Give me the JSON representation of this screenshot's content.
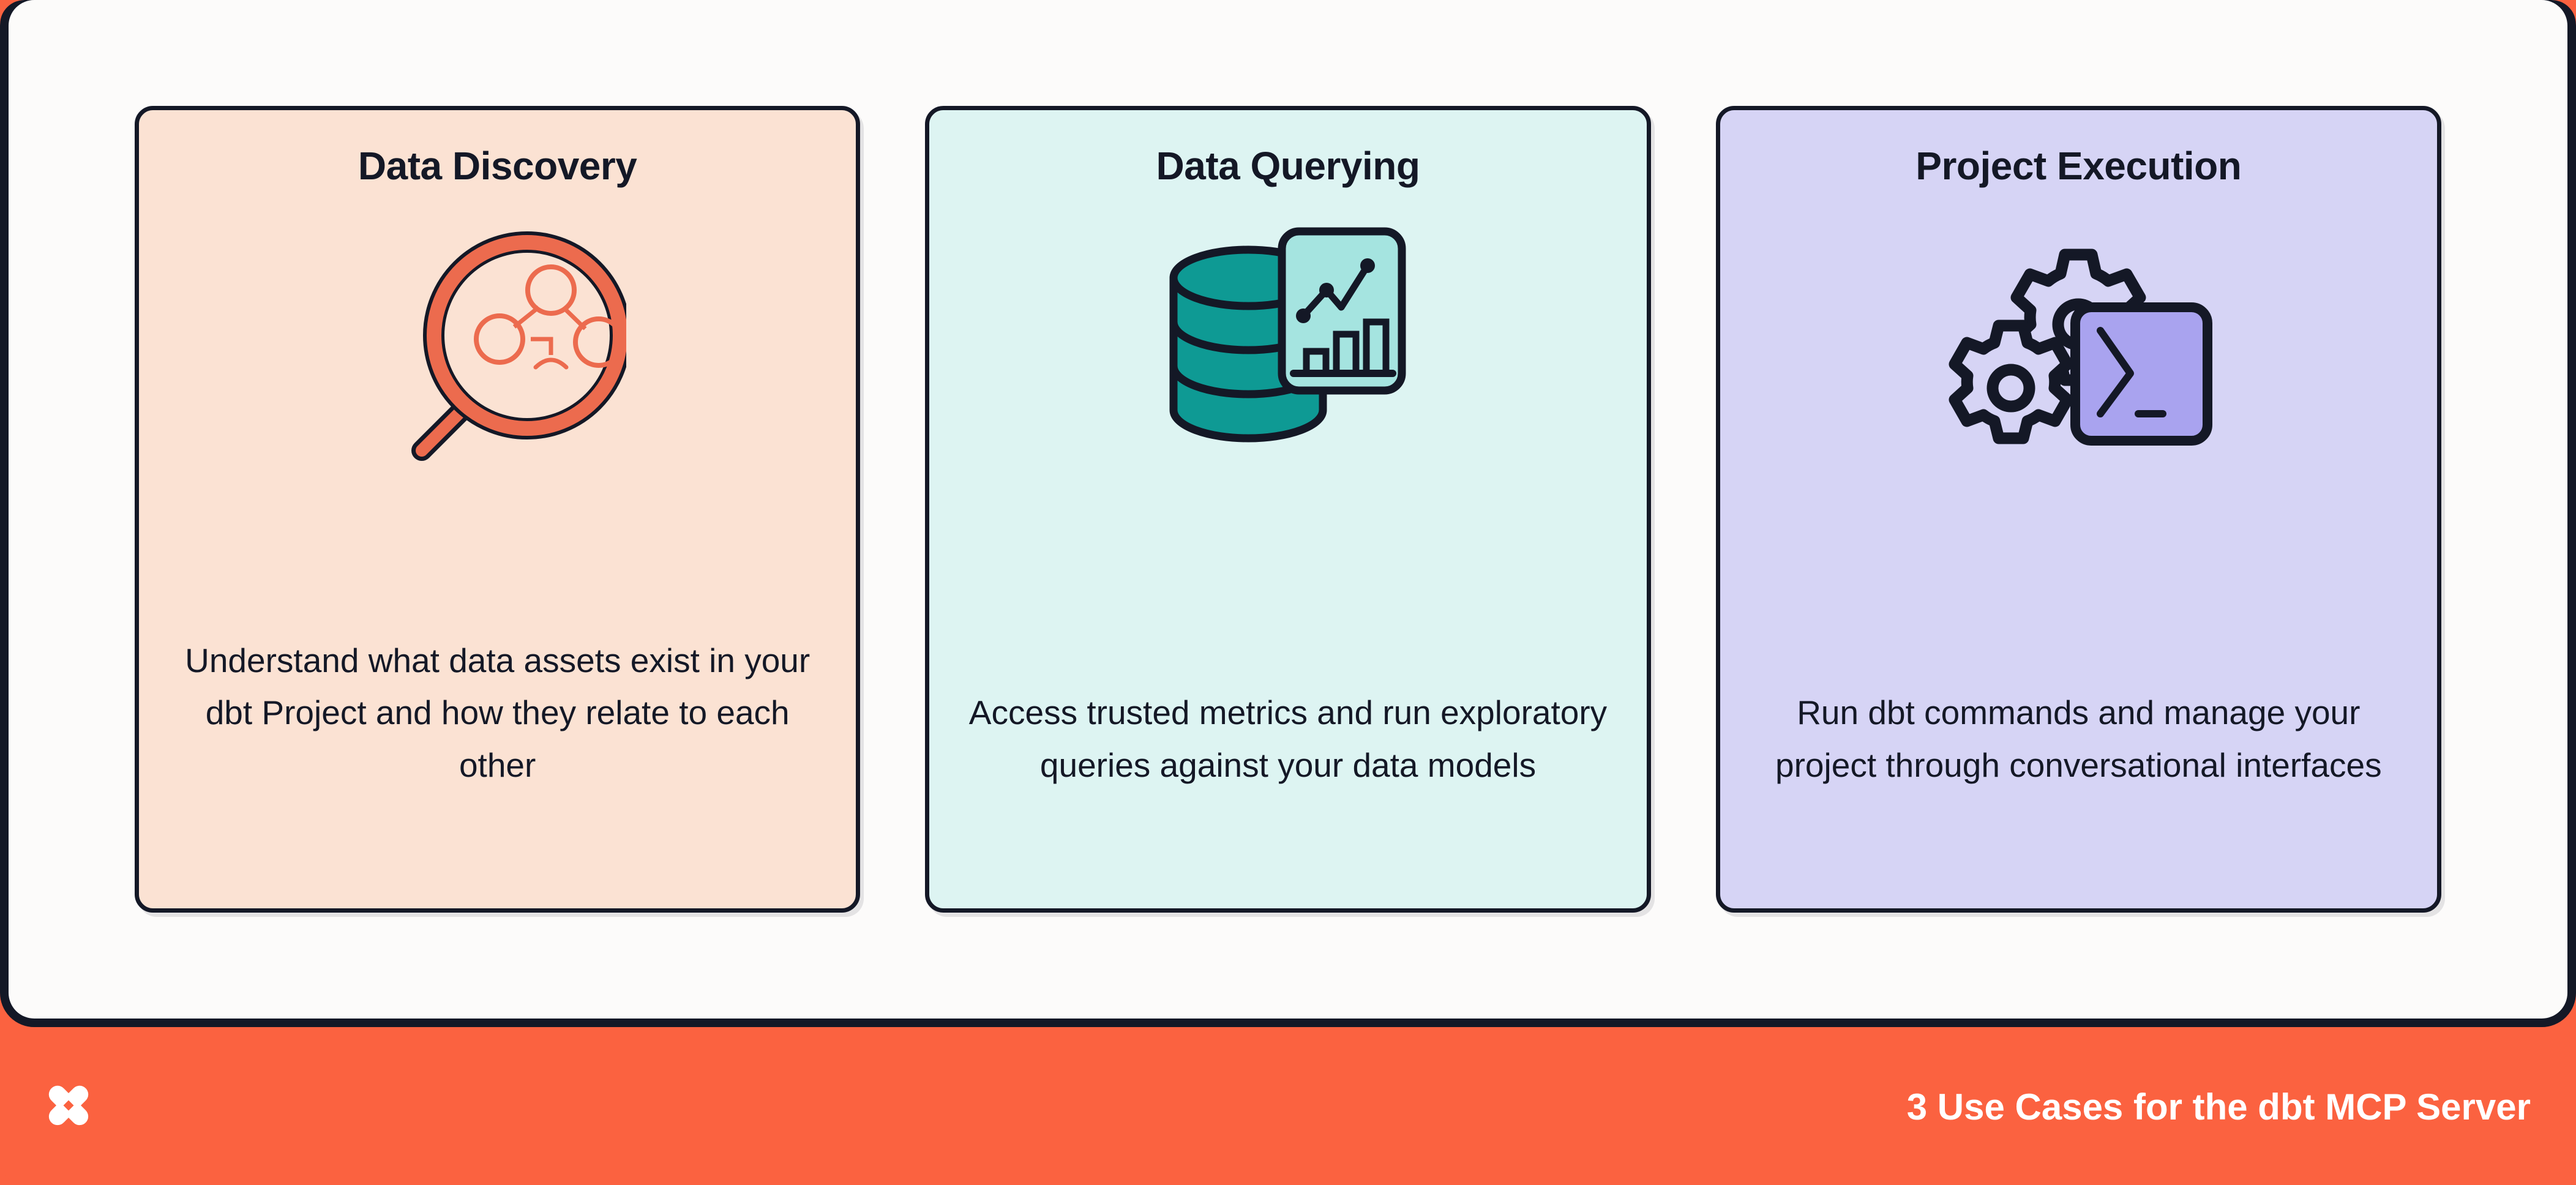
{
  "theme": {
    "accent_orange": "#FB6240",
    "ink": "#141826",
    "panel_bg": "#FCFBFA",
    "card_peach": "#FBE2D3",
    "card_teal": "#DDF4F2",
    "card_lavender": "#D6D4F5",
    "icon_orange": "#EC6B4E",
    "icon_teal": "#129A92",
    "icon_teal_light": "#A5E4E0",
    "icon_purple": "#A9A3EF"
  },
  "cards": [
    {
      "id": "data-discovery",
      "title": "Data Discovery",
      "body": "Understand what data assets exist in your dbt Project and how they relate to each other",
      "icon_name": "magnifying-glass-network-icon",
      "bg": "#FBE2D3"
    },
    {
      "id": "data-querying",
      "title": "Data Querying",
      "body": "Access trusted metrics and run exploratory queries against your data models",
      "icon_name": "database-chart-icon",
      "bg": "#DDF4F2"
    },
    {
      "id": "project-execution",
      "title": "Project Execution",
      "body": "Run dbt commands and manage your project through conversational interfaces",
      "icon_name": "gears-terminal-icon",
      "bg": "#D6D4F5"
    }
  ],
  "footer": {
    "logo_name": "dbt-logo",
    "title": "3 Use Cases for the dbt MCP Server"
  }
}
